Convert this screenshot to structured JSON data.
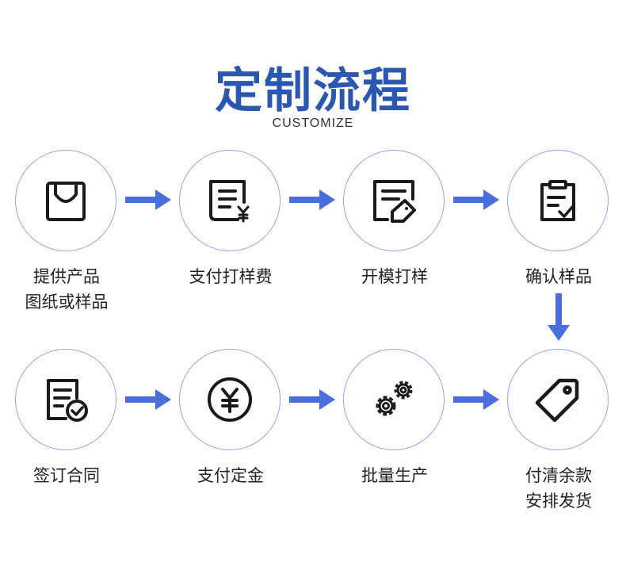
{
  "title": "定制流程",
  "subtitle": "CUSTOMIZE",
  "accent_color": "#2a57b0",
  "arrow_color": "#4a6fdc",
  "steps": [
    {
      "lines": [
        "提供产品",
        "图纸或样品"
      ],
      "icon": "shopping-bag-icon"
    },
    {
      "lines": [
        "支付打样费",
        ""
      ],
      "icon": "invoice-yuan-icon"
    },
    {
      "lines": [
        "开模打样",
        ""
      ],
      "icon": "document-tag-icon"
    },
    {
      "lines": [
        "确认样品",
        ""
      ],
      "icon": "clipboard-check-icon"
    },
    {
      "lines": [
        "签订合同",
        ""
      ],
      "icon": "contract-check-icon"
    },
    {
      "lines": [
        "支付定金",
        ""
      ],
      "icon": "yuan-coin-icon"
    },
    {
      "lines": [
        "批量生产",
        ""
      ],
      "icon": "gears-icon"
    },
    {
      "lines": [
        "付清余款",
        "安排发货"
      ],
      "icon": "price-tag-icon"
    }
  ]
}
